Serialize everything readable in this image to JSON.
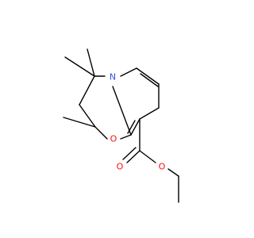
{
  "molecule": {
    "atoms": {
      "nitrogen": {
        "symbol": "N",
        "color": "#3050F8"
      },
      "ring_oxygen": {
        "symbol": "O",
        "color": "#FF0D0D"
      },
      "carbonyl_oxygen": {
        "symbol": "O",
        "color": "#FF0D0D"
      },
      "ester_oxygen": {
        "symbol": "O",
        "color": "#FF0D0D"
      }
    },
    "bond_color": "#000000",
    "background": "#FFFFFF"
  }
}
